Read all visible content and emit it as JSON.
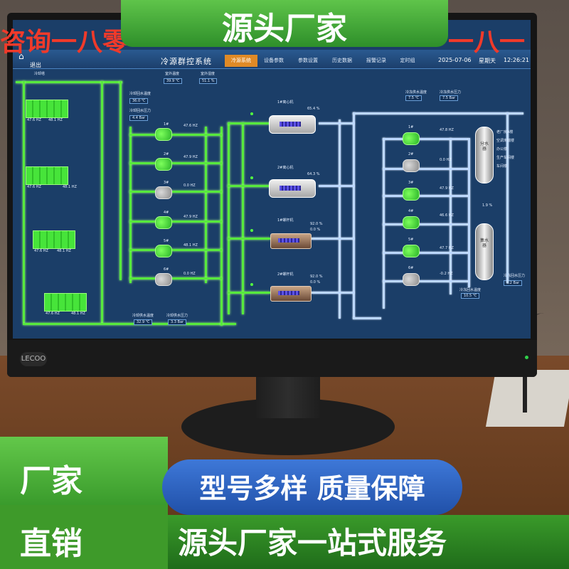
{
  "overlay": {
    "top_banner": "源头厂家",
    "ticker_left": "咨询一八零",
    "ticker_right": "一八一",
    "left_line1": "厂家",
    "left_line2": "直销",
    "pill": "型号多样  质量保障",
    "bottom": "源头厂家一站式服务"
  },
  "monitor": {
    "logo": "LECOO"
  },
  "hmi": {
    "exit_label": "退出",
    "home_icon": "house-icon",
    "system_title": "冷源群控系统",
    "tabs": [
      "冷源系统",
      "设备参数",
      "参数设置",
      "历史数据",
      "报警记录",
      "定时组"
    ],
    "active_tab": 0,
    "date": "2025-07-06",
    "weekday": "星期天",
    "time": "12:26:21",
    "cooling_tower_label": "冷却塔",
    "outdoor_temp": {
      "label": "室外温度",
      "value": "39.9 ℃"
    },
    "outdoor_humidity": {
      "label": "室外湿度",
      "value": "51.1 %"
    },
    "cw_return_temp": {
      "label": "冷却回水温度",
      "value": "36.0 ℃"
    },
    "cw_return_pressure": {
      "label": "冷却回水压力",
      "value": "4.4 Bar"
    },
    "cw_supply_temp": {
      "label": "冷却供水温度",
      "value": "32.9 ℃"
    },
    "cw_supply_pressure": {
      "label": "冷却供水压力",
      "value": "3.3 Bar"
    },
    "chw_supply_temp": {
      "label": "冷冻供水温度",
      "value": "7.5 ℃"
    },
    "chw_supply_pressure": {
      "label": "冷冻供水压力",
      "value": "7.5 Bar"
    },
    "chw_return_pressure": {
      "label": "冷冻回水压力",
      "value": "6.2 Bar"
    },
    "chw_return_temp": {
      "label": "冷冻回水温度",
      "value": "10.5 ℃"
    },
    "tower_freqs": [
      "47.6 HZ",
      "48.1 HZ",
      "47.6 HZ",
      "48.1 HZ",
      "47.6 HZ",
      "48.1 HZ",
      "47.6 HZ",
      "48.1 HZ"
    ],
    "cw_pumps": [
      {
        "name": "1#",
        "freq": "47.6 HZ",
        "on": true
      },
      {
        "name": "2#",
        "freq": "47.9 HZ",
        "on": true
      },
      {
        "name": "3#",
        "freq": "0.0 HZ",
        "on": false
      },
      {
        "name": "4#",
        "freq": "47.9 HZ",
        "on": true
      },
      {
        "name": "5#",
        "freq": "48.1 HZ",
        "on": true
      },
      {
        "name": "6#",
        "freq": "0.0 HZ",
        "on": false
      }
    ],
    "chillers": [
      {
        "name": "1#离心机",
        "pct": "65.4 %"
      },
      {
        "name": "2#离心机",
        "pct": "64.3 %"
      },
      {
        "name": "1#螺杆机",
        "pct": "92.0 %",
        "pct2": "0.0 %"
      },
      {
        "name": "2#螺杆机",
        "pct": "92.0 %",
        "pct2": "0.0 %"
      }
    ],
    "chw_pumps": [
      {
        "name": "1#",
        "freq": "47.8 HZ",
        "on": true
      },
      {
        "name": "2#",
        "freq": "0.0 HZ",
        "on": false
      },
      {
        "name": "3#",
        "freq": "47.9 HZ",
        "on": true
      },
      {
        "name": "4#",
        "freq": "46.6 HZ",
        "on": true
      },
      {
        "name": "5#",
        "freq": "47.7 HZ",
        "on": true
      },
      {
        "name": "6#",
        "freq": "-0.2 HZ",
        "on": false
      }
    ],
    "tank1": "分水器",
    "tank2": "集水器",
    "bypass_pct": "1.9 %",
    "branch_labels": [
      "老厂房A楼",
      "空调末端楼",
      "办公楼",
      "生产车间楼",
      "车间楼"
    ]
  },
  "colors": {
    "pipe_green": "#57ea3c",
    "pipe_blue": "#bcd8ff",
    "banner_green": "#3e9a2a",
    "pill_blue": "#2f64c0",
    "ticker_red": "#f03a2a"
  }
}
